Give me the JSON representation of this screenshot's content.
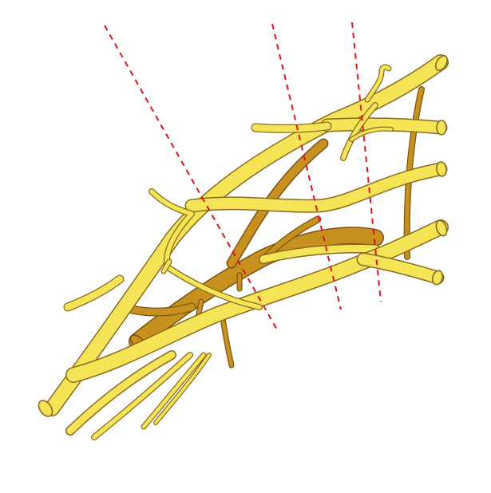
{
  "diagram": {
    "subject": "nerve-plexus-illustration",
    "colors": {
      "background": "#ffffff",
      "nerve_fill": "#f6e457",
      "nerve_outline": "#8a6a1e",
      "vessel_fill": "#c8901e",
      "vessel_outline": "#7a5410",
      "guide_line": "#e0121e"
    },
    "guide_line_count": 3,
    "guide_line_style": "dashed"
  }
}
